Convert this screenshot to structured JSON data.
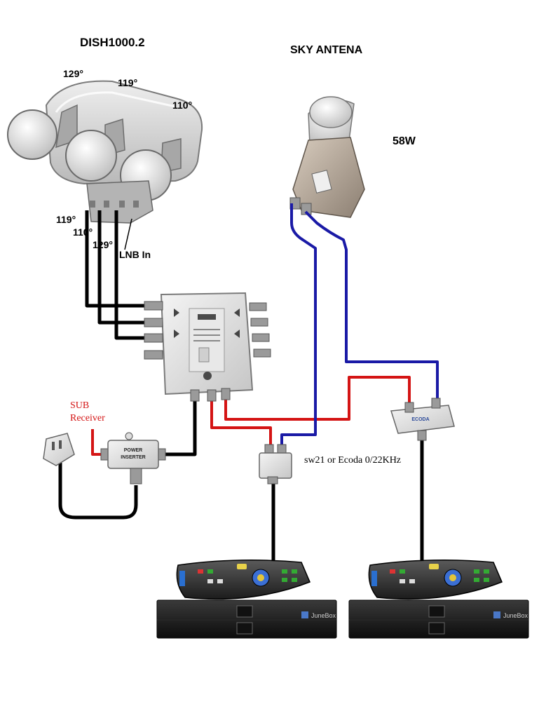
{
  "titles": {
    "dish": "DISH1000.2",
    "sky": "SKY ANTENA"
  },
  "dish_top_labels": {
    "left": "129°",
    "middle": "119°",
    "right": "110°"
  },
  "lnb_output_labels": {
    "first": "119°",
    "second": "110°",
    "third": "129°",
    "lnb_in": "LNB In"
  },
  "sky_position": "58W",
  "sub_receiver": {
    "line1": "SUB",
    "line2": "Receiver"
  },
  "switch_label": "sw21 or Ecoda 0/22KHz",
  "power_inserter": {
    "line1": "POWER",
    "line2": "INSERTER"
  },
  "splitter_brand": "ECODA",
  "receiver_brand": "JuneBox",
  "colors": {
    "coax_black": "#000000",
    "coax_blue": "#1a1aa6",
    "coax_red": "#d41414",
    "sub_receiver_text": "#d41414"
  },
  "icons": [
    "dish-icon",
    "sky-lnb-icon",
    "multiswitch-icon",
    "power-inserter-icon",
    "wall-adapter-icon",
    "diseqc-switch-icon",
    "splitter-icon",
    "remote-control-icon",
    "set-top-box-icon"
  ]
}
